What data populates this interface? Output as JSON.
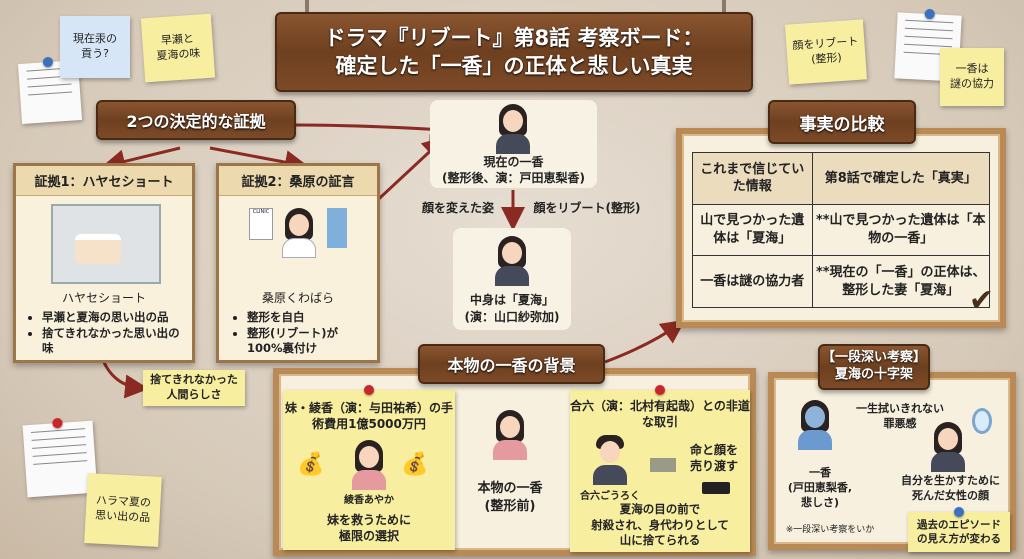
{
  "title": {
    "line1": "ドラマ『リブート』第8話 考察ボード：",
    "line2": "確定した「一香」の正体と悲しい真実"
  },
  "notes": {
    "blue": "現在汞の\n貢う?",
    "yellow_tl": "早瀬と\n夏海の味",
    "yellow_tr": "顔をリブート\n(整形)",
    "yellow_far_right": "一香は\n謎の協力",
    "bottom_left": "ハラマ夏の\n思い出の品",
    "humanity": "捨てきれなかった\n人間らしさ"
  },
  "evidence": {
    "sign": "2つの決定的な証拠",
    "card1": {
      "header": "証拠1：ハヤセショート",
      "caption": "ハヤセショート",
      "bullets": [
        "早瀬と夏海の思い出の品",
        "捨てきれなかった思い出の味"
      ]
    },
    "card2": {
      "header": "証拠2：桑原の証言",
      "clinic_label": "CLINIC",
      "caption": "桑原くわばら",
      "bullets": [
        "整形を自白",
        "整形(リブート)が100%裏付け"
      ]
    }
  },
  "center": {
    "current": "現在の一香",
    "current_sub": "(整形後、演：戸田恵梨香)",
    "left_label": "顔を変えた姿",
    "right_label": "顔をリブート(整形)",
    "inner": "中身は「夏海」",
    "inner_sub": "(演：山口紗弥加)"
  },
  "comparison": {
    "sign": "事実の比較",
    "headers": [
      "これまで信じていた情報",
      "第8話で確定した「真実」"
    ],
    "rows": [
      [
        "山で見つかった遺体は「夏海」",
        "**山で見つかった遺体は「本物の一香」"
      ],
      [
        "一香は謎の協力者",
        "**現在の「一香」の正体は、整形した妻「夏海」"
      ]
    ]
  },
  "background": {
    "sign": "本物の一香の背景",
    "left": {
      "title": "妹・綾香（演：与田祐希）の手術費用1億5000万円",
      "person": "綾香あやか",
      "choice": "妹を救うために\n極限の選択"
    },
    "center": "本物の一香\n(整形前)",
    "right": {
      "title": "合六（演：北村有起哉）との非道な取引",
      "person": "合六ごうろく",
      "sell": "命と顔を\n売り渡す",
      "fate": "夏海の目の前で\n射殺され、身代わりとして\n山に捨てられる"
    }
  },
  "deep": {
    "sign": "【一段深い考察】\n夏海の十字架",
    "guilt": "一生拭いきれない\n罪悪感",
    "ikka": "一香\n(戸田恵梨香,\n悲しさ)",
    "face": "自分を生かすために\n死んだ女性の顔",
    "footnote": "※一段深い考察をいか",
    "note": "過去のエピソード\nの見え方が変わる"
  }
}
